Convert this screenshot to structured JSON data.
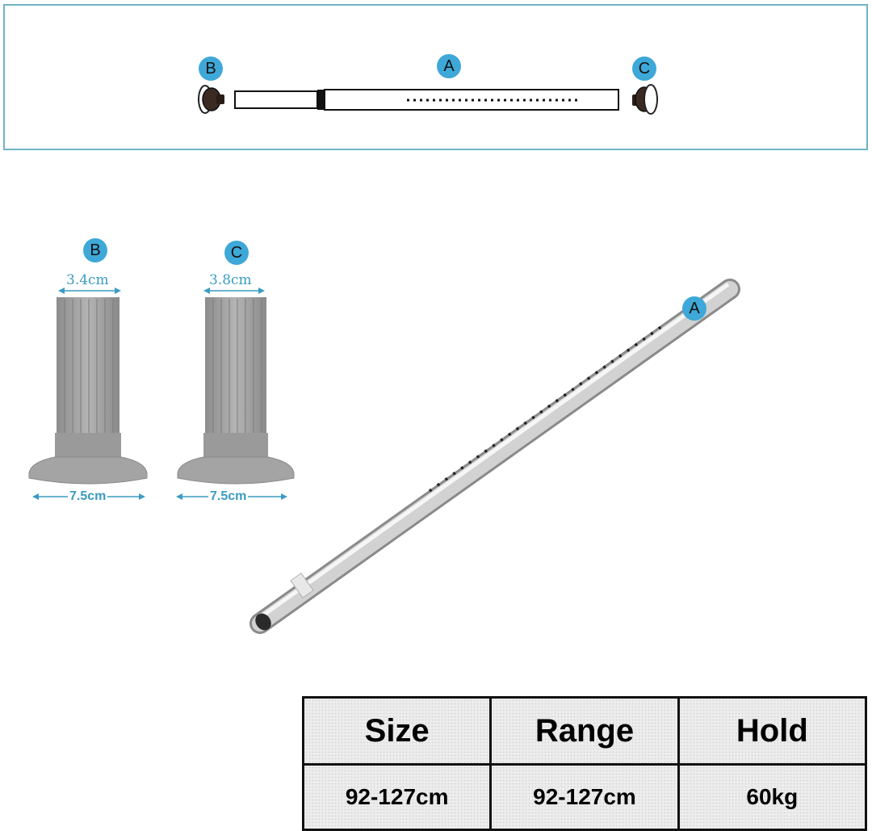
{
  "overview": {
    "labels": {
      "b": "B",
      "a": "A",
      "c": "C"
    }
  },
  "parts": {
    "b": {
      "label": "B",
      "top_width": "3.4cm",
      "base_width": "7.5cm"
    },
    "c": {
      "label": "C",
      "top_width": "3.8cm",
      "base_width": "7.5cm"
    },
    "a": {
      "label": "A"
    }
  },
  "spec_table": {
    "headers": [
      "Size",
      "Range",
      "Hold"
    ],
    "values": [
      "92-127cm",
      "92-127cm",
      "60kg"
    ]
  },
  "colors": {
    "badge": "#3ea8d8",
    "dimension": "#3a9cc0",
    "panel_border": "#6fb3c6",
    "foot_gray": "#a4a4a4",
    "pole_steel": "#c8c8c8"
  }
}
